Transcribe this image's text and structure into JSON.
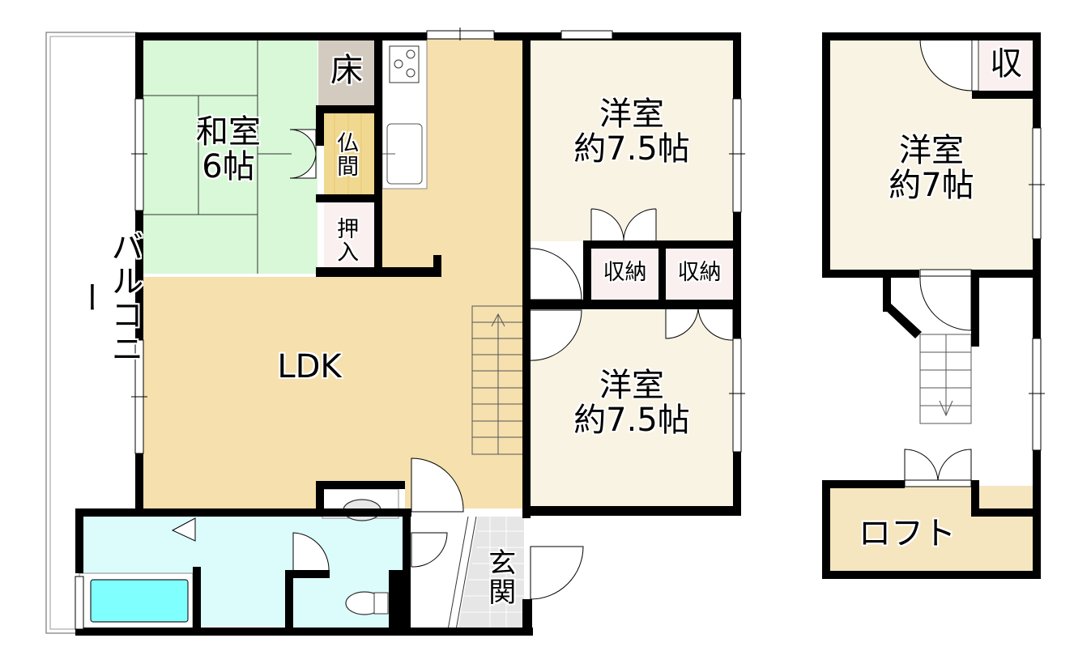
{
  "floor_plan": {
    "colors": {
      "wall": "#000000",
      "washitsu": "#d8f8d8",
      "ldk": "#f5e0ae",
      "yoshitsu": "#f8f3e3",
      "closet": "#fbf0f0",
      "tokonoma": "#d4cbc0",
      "butsuma": "#f0d890",
      "wet_area": "#dcfcfc",
      "bathtub": "#80ffff",
      "genkan": "#e4e4e4",
      "loft": "#f5e6c0"
    },
    "main_floor": {
      "rooms": [
        {
          "id": "washitsu",
          "name": "和室",
          "size": "6帖"
        },
        {
          "id": "tokonoma",
          "name": "床"
        },
        {
          "id": "butsuma",
          "name": "仏間"
        },
        {
          "id": "oshiire",
          "name": "押入"
        },
        {
          "id": "ldk",
          "name": "LDK"
        },
        {
          "id": "yoshitsu-1",
          "name": "洋室",
          "size": "約7.5帖"
        },
        {
          "id": "yoshitsu-2",
          "name": "洋室",
          "size": "約7.5帖"
        },
        {
          "id": "closet-1",
          "name": "収納"
        },
        {
          "id": "closet-2",
          "name": "収納"
        },
        {
          "id": "genkan",
          "name": "玄関"
        },
        {
          "id": "balcony",
          "name": "バルコニー"
        }
      ]
    },
    "upper_floor": {
      "rooms": [
        {
          "id": "yoshitsu-3",
          "name": "洋室",
          "size": "約7帖"
        },
        {
          "id": "closet-3",
          "name": "収"
        },
        {
          "id": "loft",
          "name": "ロフト"
        }
      ]
    }
  }
}
